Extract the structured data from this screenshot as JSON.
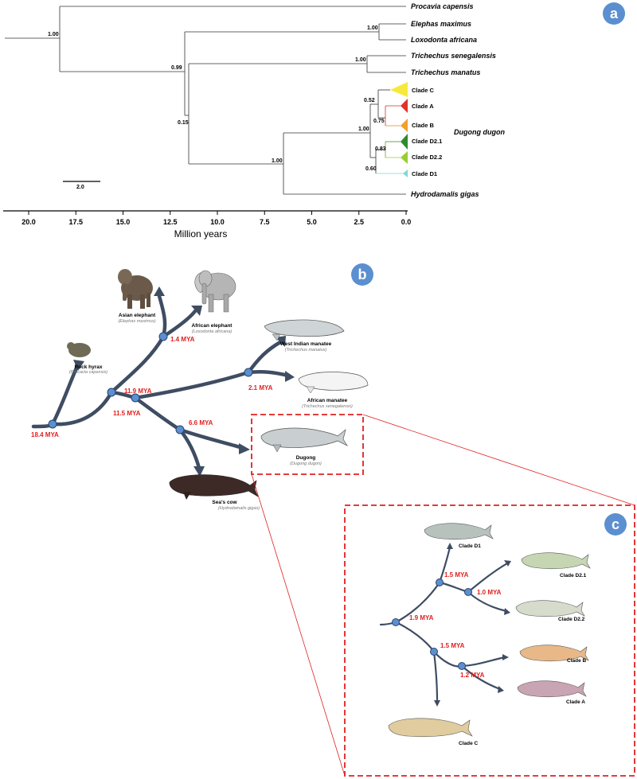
{
  "panel_a": {
    "badge": "a",
    "tips": [
      "Procavia capensis",
      "Elephas maximus",
      "Loxodonta africana",
      "Trichechus senegalensis",
      "Trichechus manatus",
      "Hydrodamalis gigas"
    ],
    "group_label": "Dugong dugon",
    "clades": [
      "Clade C",
      "Clade A",
      "Clade B",
      "Clade D2.1",
      "Clade D2.2",
      "Clade D1"
    ],
    "supports": {
      "root": "1.00",
      "elephants": "1.00",
      "manatees": "1.00",
      "n099": "0.99",
      "n015": "0.15",
      "sirenia": "1.00",
      "dugong": "1.00",
      "n052": "0.52",
      "n075": "0.75",
      "n083": "0.83",
      "n060": "0.60"
    },
    "scale_bar": "2.0",
    "axis_ticks": [
      "20.0",
      "17.5",
      "15.0",
      "12.5",
      "10.0",
      "7.5",
      "5.0",
      "2.5",
      "0.0"
    ],
    "axis_label": "Million years",
    "clade_colors": {
      "C": "#f7e93a",
      "A": "#e0332a",
      "B": "#f2a02c",
      "D21": "#2f8a2f",
      "D22": "#9acd32",
      "D1": "#7fd8d8"
    }
  },
  "panel_b": {
    "badge": "b",
    "species": [
      {
        "name": "Asian elephant",
        "sci": "(Elephas maximus)"
      },
      {
        "name": "African elephant",
        "sci": "(Loxodonta africana)"
      },
      {
        "name": "Rock hyrax",
        "sci": "(Procavia capensis)"
      },
      {
        "name": "West Indian manatee",
        "sci": "(Trichechus manatus)"
      },
      {
        "name": "African manatee",
        "sci": "(Trichechus senegalensis)"
      },
      {
        "name": "Dugong",
        "sci": "(Dugong dugon)"
      },
      {
        "name": "Sea's cow",
        "sci": "(Hydrodamalis gigas)"
      }
    ],
    "divergences": [
      "18.4 MYA",
      "11.9 MYA",
      "11.5 MYA",
      "1.4 MYA",
      "2.1 MYA",
      "6.6 MYA"
    ]
  },
  "panel_c": {
    "badge": "c",
    "clades": [
      "Clade D1",
      "Clade D2.1",
      "Clade D2.2",
      "Clade B",
      "Clade A",
      "Clade C"
    ],
    "divergences": [
      "1.9 MYA",
      "1.5 MYA",
      "1.0 MYA",
      "1.5 MYA",
      "1.2 MYA"
    ]
  }
}
